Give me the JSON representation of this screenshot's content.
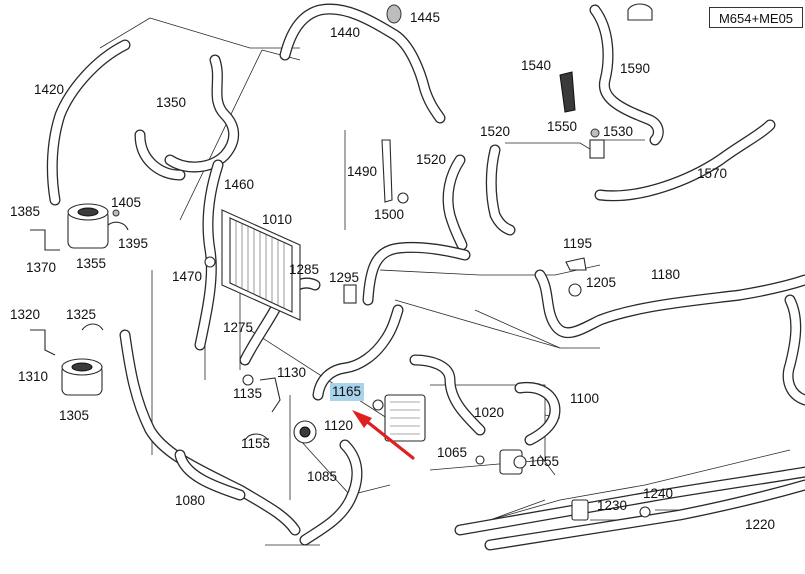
{
  "model_code": "M654+ME05",
  "highlighted_part": "1165",
  "highlight_color": "#a9d3ea",
  "arrow_color": "#e02020",
  "parts": [
    {
      "number": "1445"
    },
    {
      "number": "1440"
    },
    {
      "number": "1420"
    },
    {
      "number": "1350"
    },
    {
      "number": "1540"
    },
    {
      "number": "1590"
    },
    {
      "number": "1550"
    },
    {
      "number": "1530"
    },
    {
      "number": "1520"
    },
    {
      "number": "1520"
    },
    {
      "number": "1490"
    },
    {
      "number": "1570"
    },
    {
      "number": "1460"
    },
    {
      "number": "1500"
    },
    {
      "number": "1385"
    },
    {
      "number": "1405"
    },
    {
      "number": "1395"
    },
    {
      "number": "1370"
    },
    {
      "number": "1355"
    },
    {
      "number": "1010"
    },
    {
      "number": "1195"
    },
    {
      "number": "1470"
    },
    {
      "number": "1285"
    },
    {
      "number": "1295"
    },
    {
      "number": "1205"
    },
    {
      "number": "1180"
    },
    {
      "number": "1320"
    },
    {
      "number": "1325"
    },
    {
      "number": "1275"
    },
    {
      "number": "1310"
    },
    {
      "number": "1305"
    },
    {
      "number": "1130"
    },
    {
      "number": "1135"
    },
    {
      "number": "1165"
    },
    {
      "number": "1100"
    },
    {
      "number": "1120"
    },
    {
      "number": "1020"
    },
    {
      "number": "1155"
    },
    {
      "number": "1065"
    },
    {
      "number": "1055"
    },
    {
      "number": "1085"
    },
    {
      "number": "1080"
    },
    {
      "number": "1230"
    },
    {
      "number": "1240"
    },
    {
      "number": "1220"
    }
  ]
}
